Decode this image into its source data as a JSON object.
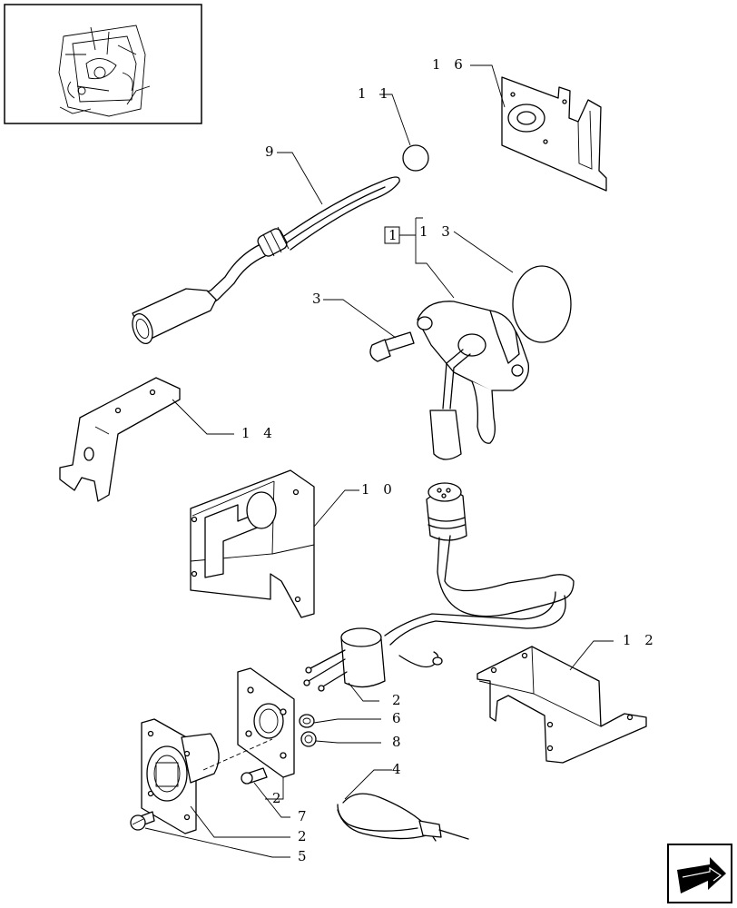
{
  "labels": {
    "p16": "1 6",
    "p11": "1 1",
    "p9": "9",
    "p1box": "1",
    "p13": "1 3",
    "p3": "3",
    "p14": "1 4",
    "p10": "1 0",
    "p12": "1 2",
    "p2a": "2",
    "p6": "6",
    "p8": "8",
    "p4": "4",
    "p2b": "2",
    "p7": "7",
    "p2c": "2",
    "p5": "5"
  }
}
